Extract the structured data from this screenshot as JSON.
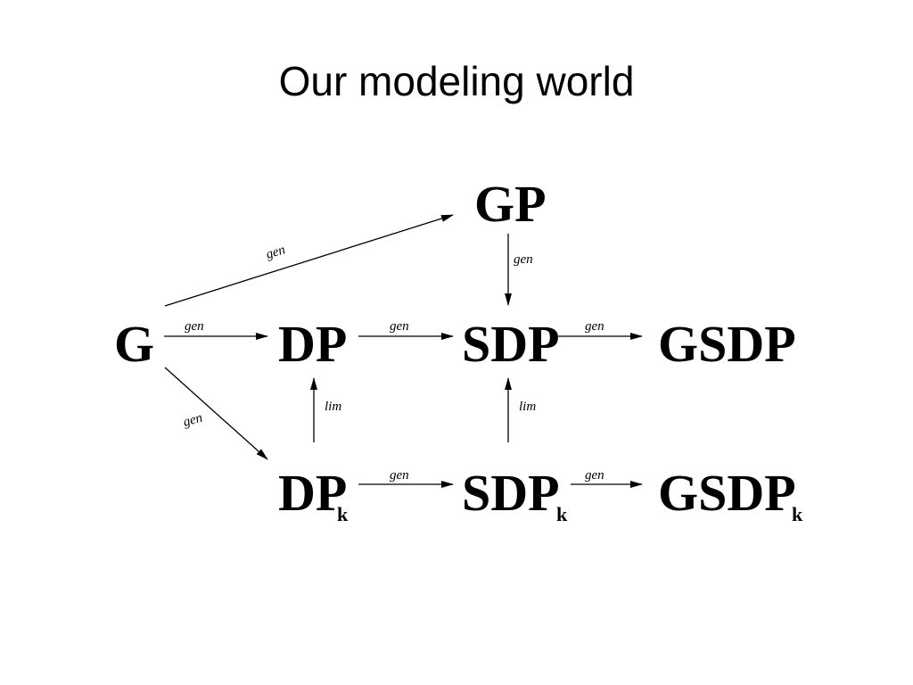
{
  "slide": {
    "title": "Our modeling world"
  },
  "nodes": {
    "g": {
      "label": "G",
      "sub": ""
    },
    "gp": {
      "label": "GP",
      "sub": ""
    },
    "dp": {
      "label": "DP",
      "sub": ""
    },
    "sdp": {
      "label": "SDP",
      "sub": ""
    },
    "gsdp": {
      "label": "GSDP",
      "sub": ""
    },
    "dpk": {
      "label": "DP",
      "sub": "k"
    },
    "sdpk": {
      "label": "SDP",
      "sub": "k"
    },
    "gsdpk": {
      "label": "GSDP",
      "sub": "k"
    }
  },
  "edges": {
    "g_gp": {
      "label": "gen"
    },
    "gp_sdp": {
      "label": "gen"
    },
    "g_dp": {
      "label": "gen"
    },
    "dp_sdp": {
      "label": "gen"
    },
    "sdp_gsdp": {
      "label": "gen"
    },
    "g_dpk": {
      "label": "gen"
    },
    "dpk_dp": {
      "label": "lim"
    },
    "sdpk_sdp": {
      "label": "lim"
    },
    "dpk_sdpk": {
      "label": "gen"
    },
    "sdpk_gsdpk": {
      "label": "gen"
    }
  },
  "colors": {
    "ink": "#000000",
    "background": "#ffffff"
  }
}
